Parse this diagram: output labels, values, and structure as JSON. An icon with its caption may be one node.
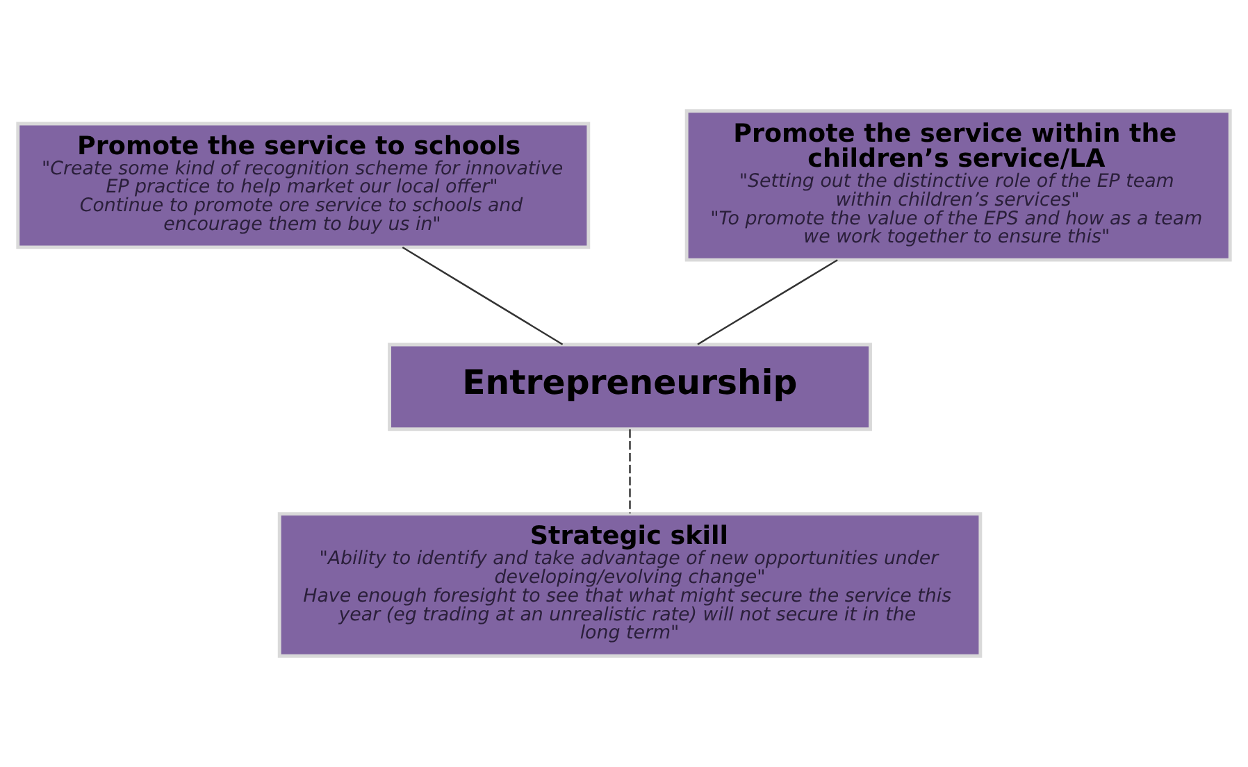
{
  "diagram": {
    "nodes": [
      {
        "text": [
          "Promote the service to schools",
          "\"Create some kind of recognition scheme for innovative EP practice to help market our local offer\"",
          "Continue to promote ore service to schools and encourage them to buy us in\""
        ]
      },
      {
        "text": [
          "Promote the service within the children’s service/LA",
          "\"Setting out the distinctive role of the EP team within children’s services\"",
          "\"To promote the value of the EPS and how as a team we work together to ensure this\""
        ]
      },
      {
        "text": [
          "Entrepreneurship"
        ]
      },
      {
        "text": [
          "Strategic skill",
          "\"Ability to identify and take advantage of new opportunities under developing/evolving change\"",
          "Have enough foresight to see that what might secure the service this year (eg trading at an unrealistic rate) will not secure it in the long term\""
        ]
      }
    ],
    "edges": [
      {
        "from": 0,
        "to": 2,
        "arrow": "none"
      },
      {
        "from": 1,
        "to": 2,
        "arrow": "none"
      },
      {
        "from": 2,
        "to": 3,
        "arrow": "none",
        "style": "dashed"
      }
    ]
  }
}
